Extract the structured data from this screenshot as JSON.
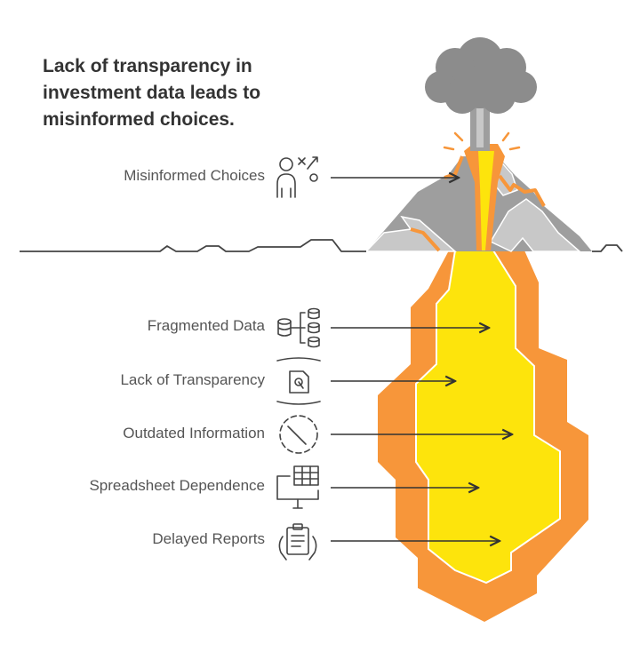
{
  "title": "Lack of transparency in investment data leads to misinformed choices.",
  "items": [
    {
      "label": "Misinformed Choices",
      "icon": "person-decision-icon"
    },
    {
      "label": "Fragmented Data",
      "icon": "database-network-icon"
    },
    {
      "label": "Lack of Transparency",
      "icon": "obscured-document-icon"
    },
    {
      "label": "Outdated Information",
      "icon": "clock-icon"
    },
    {
      "label": "Spreadsheet Dependence",
      "icon": "spreadsheet-monitor-icon"
    },
    {
      "label": "Delayed Reports",
      "icon": "clipboard-report-icon"
    }
  ],
  "colors": {
    "mountain": "#9e9e9e",
    "mountain_light": "#c8c8c8",
    "smoke": "#8c8c8c",
    "lava_outer": "#f7963a",
    "lava_inner": "#fde40c",
    "text": "#555555",
    "title": "#333333"
  }
}
